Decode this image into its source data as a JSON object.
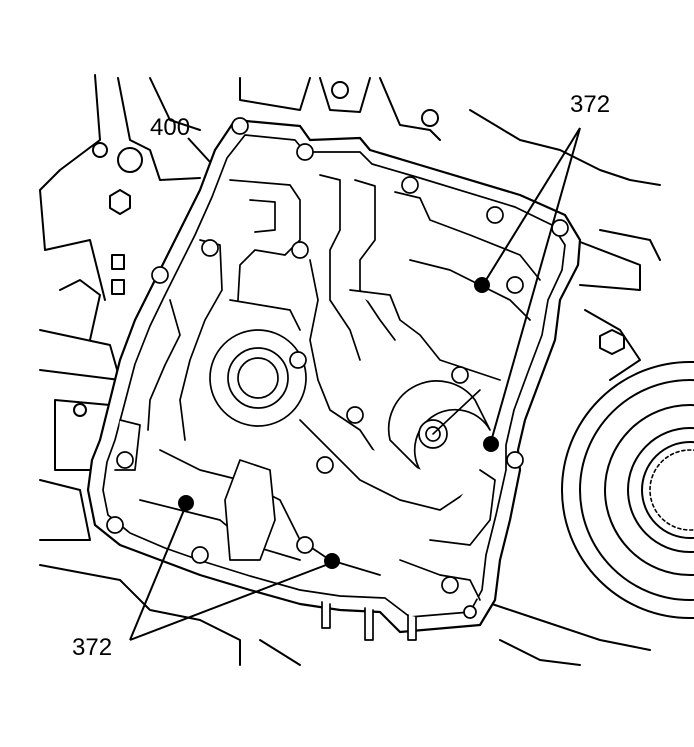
{
  "diagram": {
    "callouts": {
      "spacer_plate": "400",
      "checkball_top_right": "372",
      "checkball_bottom_left": "372"
    }
  }
}
